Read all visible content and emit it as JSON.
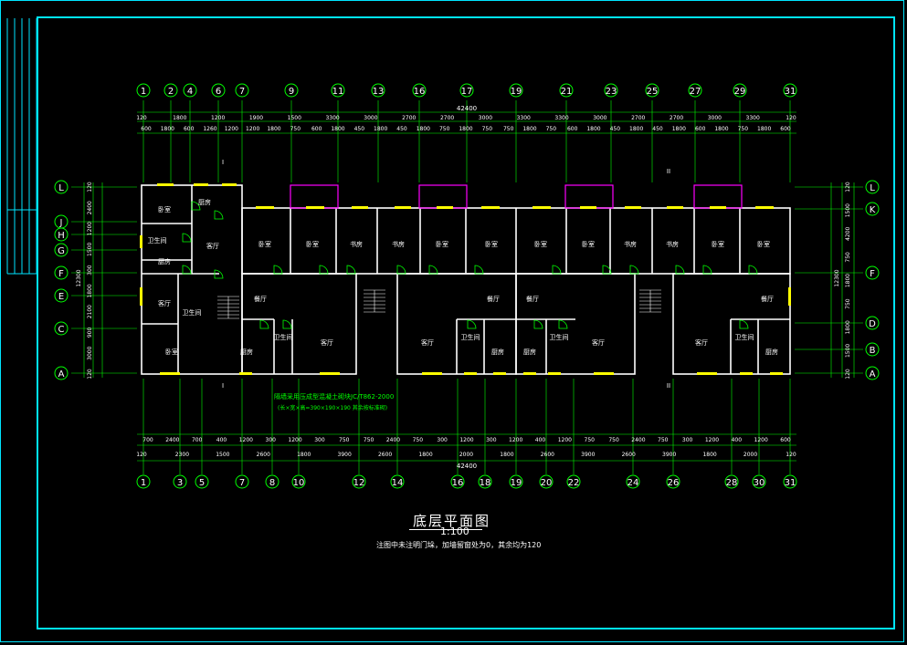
{
  "title": "底层平面图",
  "scale": "1:100",
  "note": "注图中未注明门垛，加墙留窗处为0，其余均为120",
  "top_axes": [
    "1",
    "2",
    "4",
    "6",
    "7",
    "9",
    "11",
    "13",
    "16",
    "17",
    "19",
    "21",
    "23",
    "25",
    "27",
    "29",
    "31"
  ],
  "bottom_axes": [
    "1",
    "3",
    "5",
    "7",
    "8",
    "10",
    "12",
    "14",
    "16",
    "18",
    "19",
    "20",
    "22",
    "24",
    "26",
    "28",
    "30",
    "31"
  ],
  "left_axes": [
    "L",
    "J",
    "H",
    "G",
    "F",
    "E",
    "C",
    "A"
  ],
  "right_axes": [
    "L",
    "K",
    "F",
    "D",
    "B",
    "A"
  ],
  "total_dim": "42400",
  "top_dims_row1": [
    "120",
    "1800",
    "1200",
    "1900",
    "1500",
    "3300",
    "3000",
    "2700",
    "2700",
    "3000",
    "3300",
    "3300",
    "3000",
    "2700",
    "2700",
    "3000",
    "3300",
    "120"
  ],
  "top_dims_row2": [
    "600",
    "1800",
    "600",
    "1260",
    "1200",
    "1200",
    "1800",
    "750",
    "600",
    "1800",
    "450",
    "1800",
    "450",
    "1800",
    "750",
    "1800",
    "750",
    "750",
    "1800",
    "750",
    "600",
    "1800",
    "450",
    "1800",
    "450",
    "1800",
    "600",
    "1800",
    "750",
    "1800",
    "600"
  ],
  "bottom_dims_row1": [
    "700",
    "2400",
    "700",
    "400",
    "1200",
    "300",
    "1200",
    "300",
    "750",
    "750",
    "2400",
    "750",
    "300",
    "1200",
    "300",
    "1200",
    "400",
    "1200",
    "750",
    "750",
    "2400",
    "750",
    "300",
    "1200",
    "400",
    "1200",
    "600"
  ],
  "bottom_dims_row2": [
    "120",
    "2300",
    "1500",
    "2600",
    "1800",
    "3900",
    "2600",
    "1800",
    "2000",
    "1800",
    "2600",
    "3900",
    "2600",
    "3900",
    "1800",
    "2000",
    "120"
  ],
  "left_dims": [
    "120",
    "2400",
    "1200",
    "1500",
    "300",
    "1800",
    "2100",
    "900",
    "3000",
    "120"
  ],
  "left_total": "12300",
  "right_dims": [
    "120",
    "1500",
    "4200",
    "750",
    "1800",
    "750",
    "1800",
    "1500",
    "120"
  ],
  "right_total": "12300",
  "room_labels": {
    "bedroom": "卧室",
    "study": "书房",
    "living": "客厅",
    "dining": "餐厅",
    "kitchen": "厨房",
    "bath": "卫生间"
  },
  "section_marks": [
    "I",
    "I",
    "II",
    "II"
  ],
  "stair_note": "隔墙采用压成型混凝土砌块JC/T862-2000",
  "stair_note2": "(长×宽×高=390×190×190 其余按标准砌)",
  "colors": {
    "frame": "#00e5ff",
    "grid": "#00ff00",
    "wall": "#ffffff",
    "window": "#ffff00",
    "door": "#00ff00",
    "balcony": "#ff00ff",
    "text": "#ffffff"
  }
}
